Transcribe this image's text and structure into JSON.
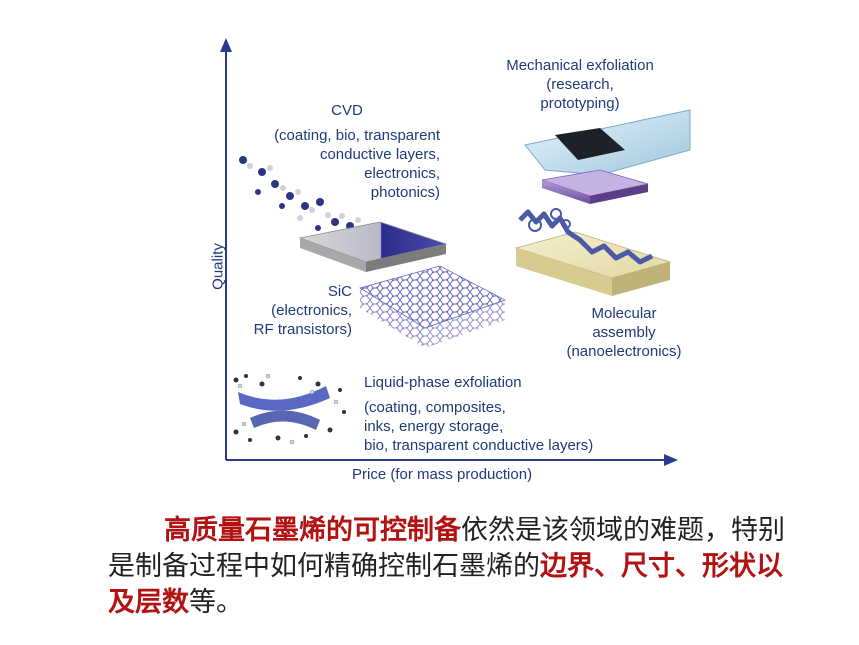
{
  "axes": {
    "y_label": "Quality",
    "x_label": "Price (for mass production)"
  },
  "methods": [
    {
      "id": "cvd",
      "name": "CVD",
      "detail": [
        "(coating, bio, transparent",
        "conductive layers,",
        "electronics,",
        "photonics)"
      ]
    },
    {
      "id": "mech",
      "name": "Mechanical exfoliation",
      "detail": [
        "(research,",
        "prototyping)"
      ]
    },
    {
      "id": "sic",
      "name": "SiC",
      "detail": [
        "(electronics,",
        "RF transistors)"
      ]
    },
    {
      "id": "mol",
      "name": "Molecular",
      "detail": [
        "assembly",
        "(nanoelectronics)"
      ]
    },
    {
      "id": "liq",
      "name": "Liquid-phase exfoliation",
      "detail": [
        "(coating, composites,",
        "inks, energy storage,",
        "bio, transparent conductive layers)"
      ]
    }
  ],
  "caption": {
    "seg1": "高质量石墨烯的可控制备",
    "seg2": "依然是该领域的难题，特别是制备过程中如何精确控制石墨烯的",
    "seg3": "边界、尺寸、形状以及层数",
    "seg4": "等。"
  },
  "colors": {
    "axis": "#2b3a8f",
    "text": "#1f3a78",
    "highlight": "#b31212"
  }
}
